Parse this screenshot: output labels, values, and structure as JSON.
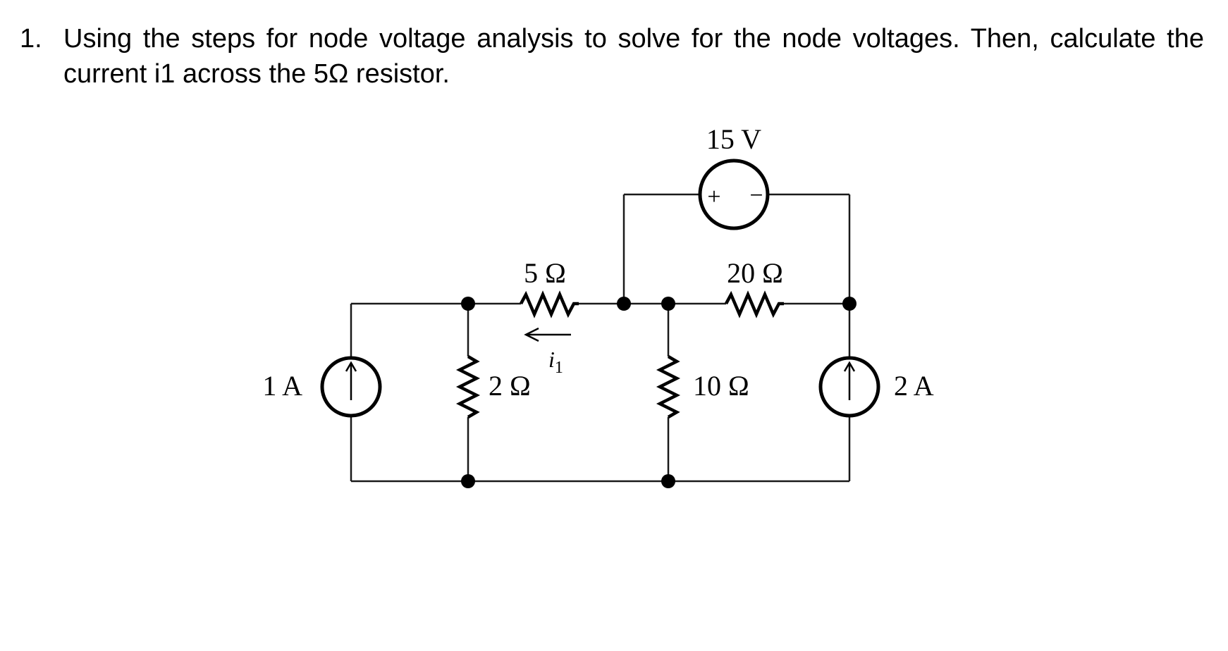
{
  "question": {
    "number": "1.",
    "text": "Using the steps for node voltage analysis to solve for the node voltages. Then, calculate the current i1 across the 5Ω resistor."
  },
  "circuit": {
    "voltage_source": {
      "label": "15 V",
      "plus": "+",
      "minus": "−"
    },
    "current_source_left": {
      "label": "1 A"
    },
    "current_source_right": {
      "label": "2 A"
    },
    "resistor_5": {
      "label": "5 Ω"
    },
    "resistor_2": {
      "label": "2 Ω"
    },
    "resistor_10": {
      "label": "10 Ω"
    },
    "resistor_20": {
      "label": "20 Ω"
    },
    "current_i1": {
      "symbol": "i",
      "subscript": "1"
    }
  }
}
